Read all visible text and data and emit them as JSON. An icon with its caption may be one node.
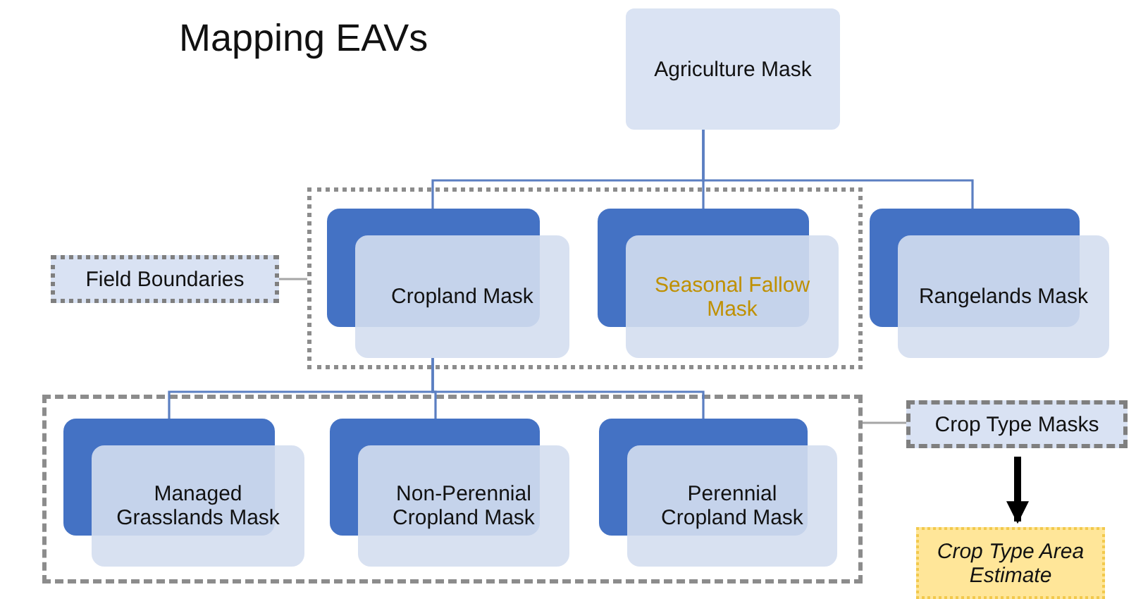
{
  "diagram": {
    "title": "Mapping EAVs",
    "nodes": [
      {
        "text": [
          "Agriculture Mask"
        ]
      },
      {
        "text": [],
        "shape": "box"
      },
      {
        "text": [
          "Cropland Mask"
        ],
        "in": 1
      },
      {
        "text": [
          "Seasonal Fallow Mask"
        ],
        "in": 1
      },
      {
        "text": [
          "Rangelands Mask"
        ]
      },
      {
        "text": [
          "Field Boundaries"
        ]
      },
      {
        "text": [],
        "shape": "box"
      },
      {
        "text": [
          "Managed Grasslands Mask"
        ],
        "in": 6
      },
      {
        "text": [
          "Non-Perennial Cropland Mask"
        ],
        "in": 6
      },
      {
        "text": [
          "Perennial Cropland Mask"
        ],
        "in": 6
      },
      {
        "text": [
          "Crop Type Masks"
        ]
      },
      {
        "text": [
          "Crop Type Area Estimate"
        ]
      }
    ],
    "edges": [
      {
        "from": 0,
        "to": 2,
        "arrow": "none"
      },
      {
        "from": 0,
        "to": 3,
        "arrow": "none"
      },
      {
        "from": 0,
        "to": 4,
        "arrow": "none"
      },
      {
        "from": 2,
        "to": 7,
        "arrow": "none"
      },
      {
        "from": 2,
        "to": 8,
        "arrow": "none"
      },
      {
        "from": 2,
        "to": 9,
        "arrow": "none"
      },
      {
        "from": 5,
        "to": 1,
        "arrow": "none",
        "color": "#a6a6a6"
      },
      {
        "from": 10,
        "to": 6,
        "arrow": "none",
        "color": "#a6a6a6"
      },
      {
        "from": 10,
        "to": 11,
        "arrow": "to",
        "style": "thick",
        "color": "#000000"
      }
    ]
  }
}
